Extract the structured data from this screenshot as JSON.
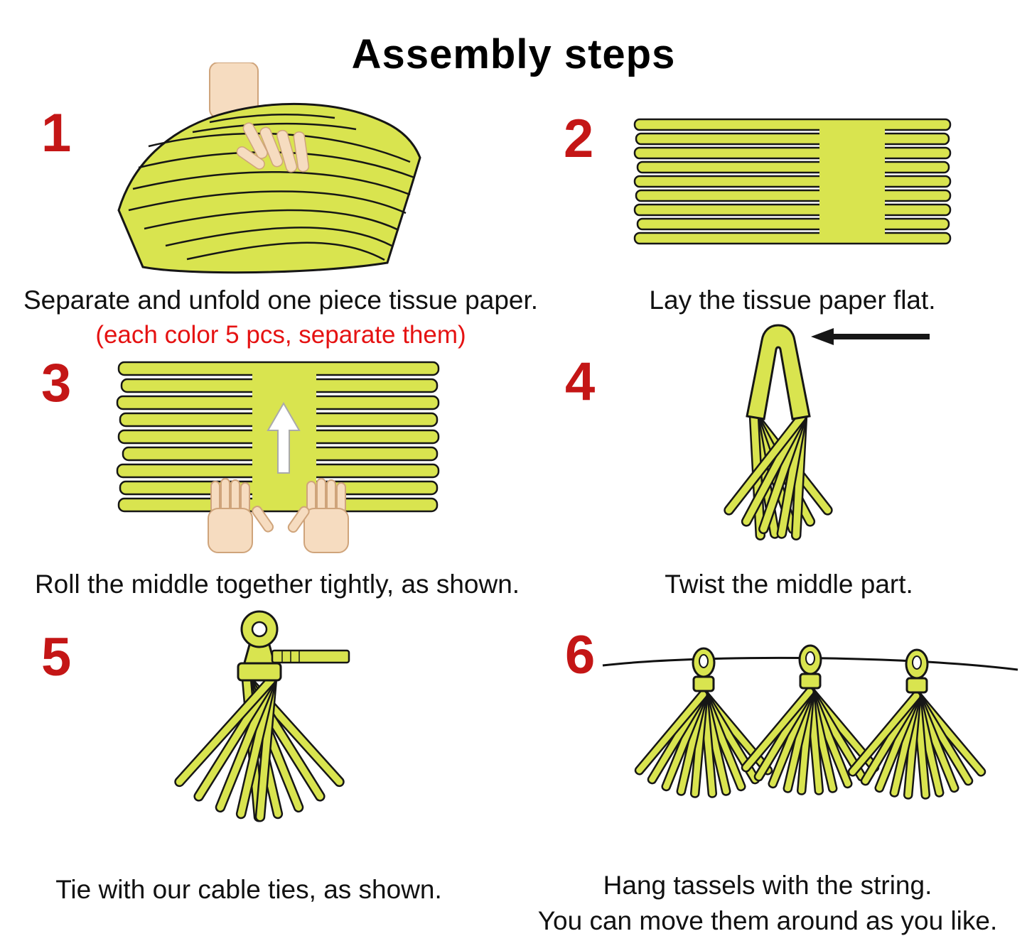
{
  "title": "Assembly steps",
  "colors": {
    "tissue": "#d9e44f",
    "outline": "#161616",
    "step_number": "#c41616",
    "note": "#e51212",
    "skin": "#f6dcc0",
    "skin_line": "#cfa47b",
    "string": "#111111"
  },
  "icons": {
    "up_arrow": "↑",
    "left_arrow": "←"
  },
  "steps": [
    {
      "number": "1",
      "caption": "Separate and unfold one piece tissue paper.",
      "note": "(each color 5 pcs, separate them)"
    },
    {
      "number": "2",
      "caption": "Lay the tissue paper flat."
    },
    {
      "number": "3",
      "caption": "Roll the middle together tightly, as shown."
    },
    {
      "number": "4",
      "caption": "Twist the middle part."
    },
    {
      "number": "5",
      "caption": "Tie with our cable ties, as shown."
    },
    {
      "number": "6",
      "caption": "Hang tassels with the string.",
      "caption2": "You can move them around as you like."
    }
  ]
}
